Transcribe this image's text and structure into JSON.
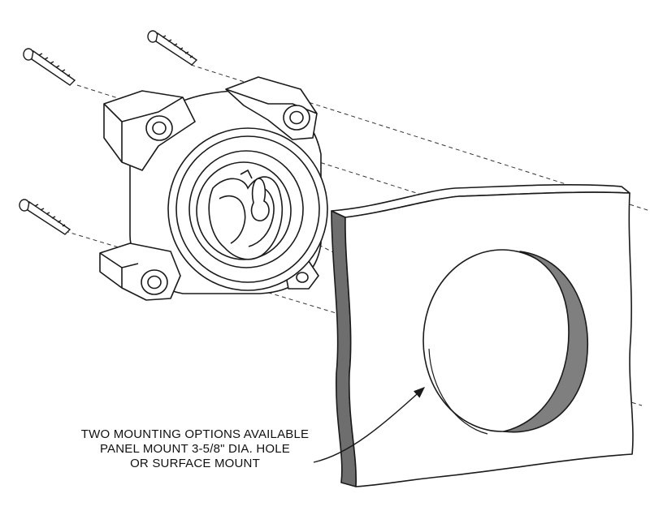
{
  "callout": {
    "line1": "TWO MOUNTING OPTIONS AVAILABLE",
    "line2": "PANEL MOUNT 3-5/8\" DIA.  HOLE",
    "line3": "OR SURFACE MOUNT"
  },
  "colors": {
    "line": "#1a1a1a",
    "hole_shade": "#7f7f7f",
    "panel_edge": "#6e6e6e",
    "background": "#ffffff"
  }
}
